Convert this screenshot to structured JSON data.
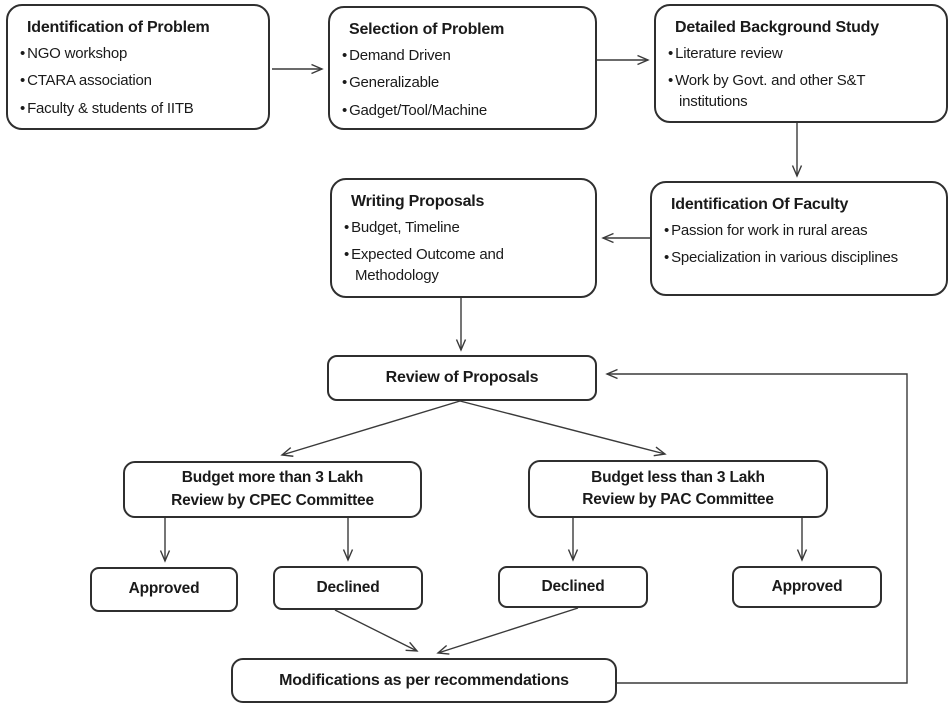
{
  "diagram": {
    "type": "flowchart",
    "colors": {
      "background": "#ffffff",
      "node_fill": "#ffffff",
      "node_border": "#2f2f2f",
      "text": "#1a1a1a",
      "connector": "#3a3a3a"
    },
    "nodes": {
      "identification_problem": {
        "title": "Identification of Problem",
        "bullets": [
          "NGO workshop",
          "CTARA association",
          "Faculty & students of IITB"
        ]
      },
      "selection_problem": {
        "title": "Selection of Problem",
        "bullets": [
          "Demand Driven",
          "Generalizable",
          "Gadget/Tool/Machine"
        ]
      },
      "background_study": {
        "title": "Detailed Background Study",
        "bullets": [
          "Literature review",
          "Work by Govt. and other S&T institutions"
        ]
      },
      "identification_faculty": {
        "title": "Identification Of Faculty",
        "bullets": [
          "Passion for work in rural areas",
          "Specialization in various disciplines"
        ]
      },
      "writing_proposals": {
        "title": "Writing Proposals",
        "bullets": [
          "Budget, Timeline",
          "Expected Outcome and Methodology"
        ]
      },
      "review_proposals": {
        "title": "Review of Proposals"
      },
      "budget_more": {
        "line1": "Budget more than 3 Lakh",
        "line2": "Review by CPEC Committee"
      },
      "budget_less": {
        "line1": "Budget less than 3 Lakh",
        "line2": "Review by PAC Committee"
      },
      "approved_left": {
        "title": "Approved"
      },
      "declined_left": {
        "title": "Declined"
      },
      "declined_right": {
        "title": "Declined"
      },
      "approved_right": {
        "title": "Approved"
      },
      "modifications": {
        "title": "Modifications as per recommendations"
      }
    },
    "edges": [
      {
        "from": "identification_problem",
        "to": "selection_problem"
      },
      {
        "from": "selection_problem",
        "to": "background_study"
      },
      {
        "from": "background_study",
        "to": "identification_faculty"
      },
      {
        "from": "identification_faculty",
        "to": "writing_proposals"
      },
      {
        "from": "writing_proposals",
        "to": "review_proposals"
      },
      {
        "from": "review_proposals",
        "to": "budget_more"
      },
      {
        "from": "review_proposals",
        "to": "budget_less"
      },
      {
        "from": "budget_more",
        "to": "approved_left"
      },
      {
        "from": "budget_more",
        "to": "declined_left"
      },
      {
        "from": "budget_less",
        "to": "declined_right"
      },
      {
        "from": "budget_less",
        "to": "approved_right"
      },
      {
        "from": "declined_left",
        "to": "modifications"
      },
      {
        "from": "declined_right",
        "to": "modifications"
      },
      {
        "from": "modifications",
        "to": "review_proposals"
      }
    ]
  }
}
